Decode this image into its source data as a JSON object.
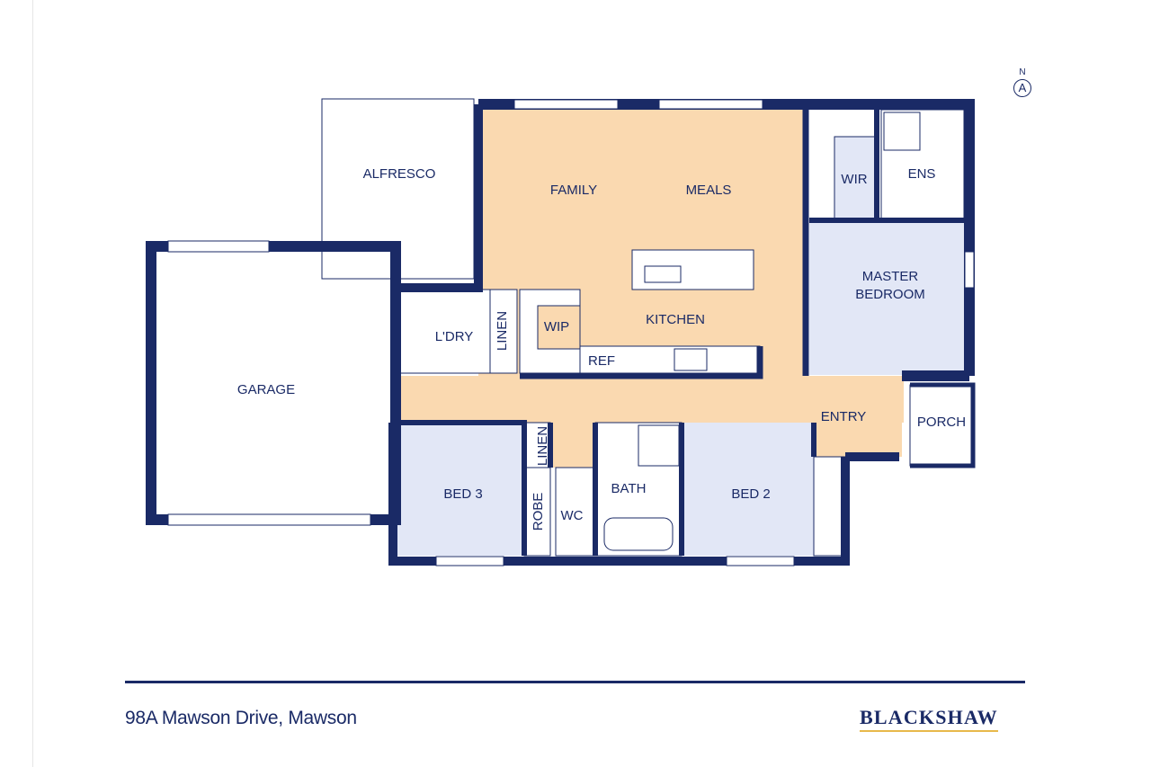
{
  "plan": {
    "rooms": {
      "alfresco": "ALFRESCO",
      "family": "FAMILY",
      "meals": "MEALS",
      "kitchen": "KITCHEN",
      "wip": "WIP",
      "ref": "REF",
      "laundry": "L'DRY",
      "linen1": "LINEN",
      "linen2": "LINEN",
      "garage": "GARAGE",
      "wir": "WIR",
      "ens": "ENS",
      "master": "MASTER",
      "master2": "BEDROOM",
      "entry": "ENTRY",
      "porch": "PORCH",
      "bed3": "BED 3",
      "robe": "ROBE",
      "wc": "WC",
      "bath": "BATH",
      "bed2": "BED 2"
    },
    "colors": {
      "wall": "#1a2a66",
      "living": "#fad9b0",
      "bedroom": "#e2e7f6"
    }
  },
  "compass": {
    "label": "N",
    "symbol": "A"
  },
  "footer": {
    "address": "98A Mawson Drive, Mawson",
    "brand": "BLACKSHAW"
  }
}
